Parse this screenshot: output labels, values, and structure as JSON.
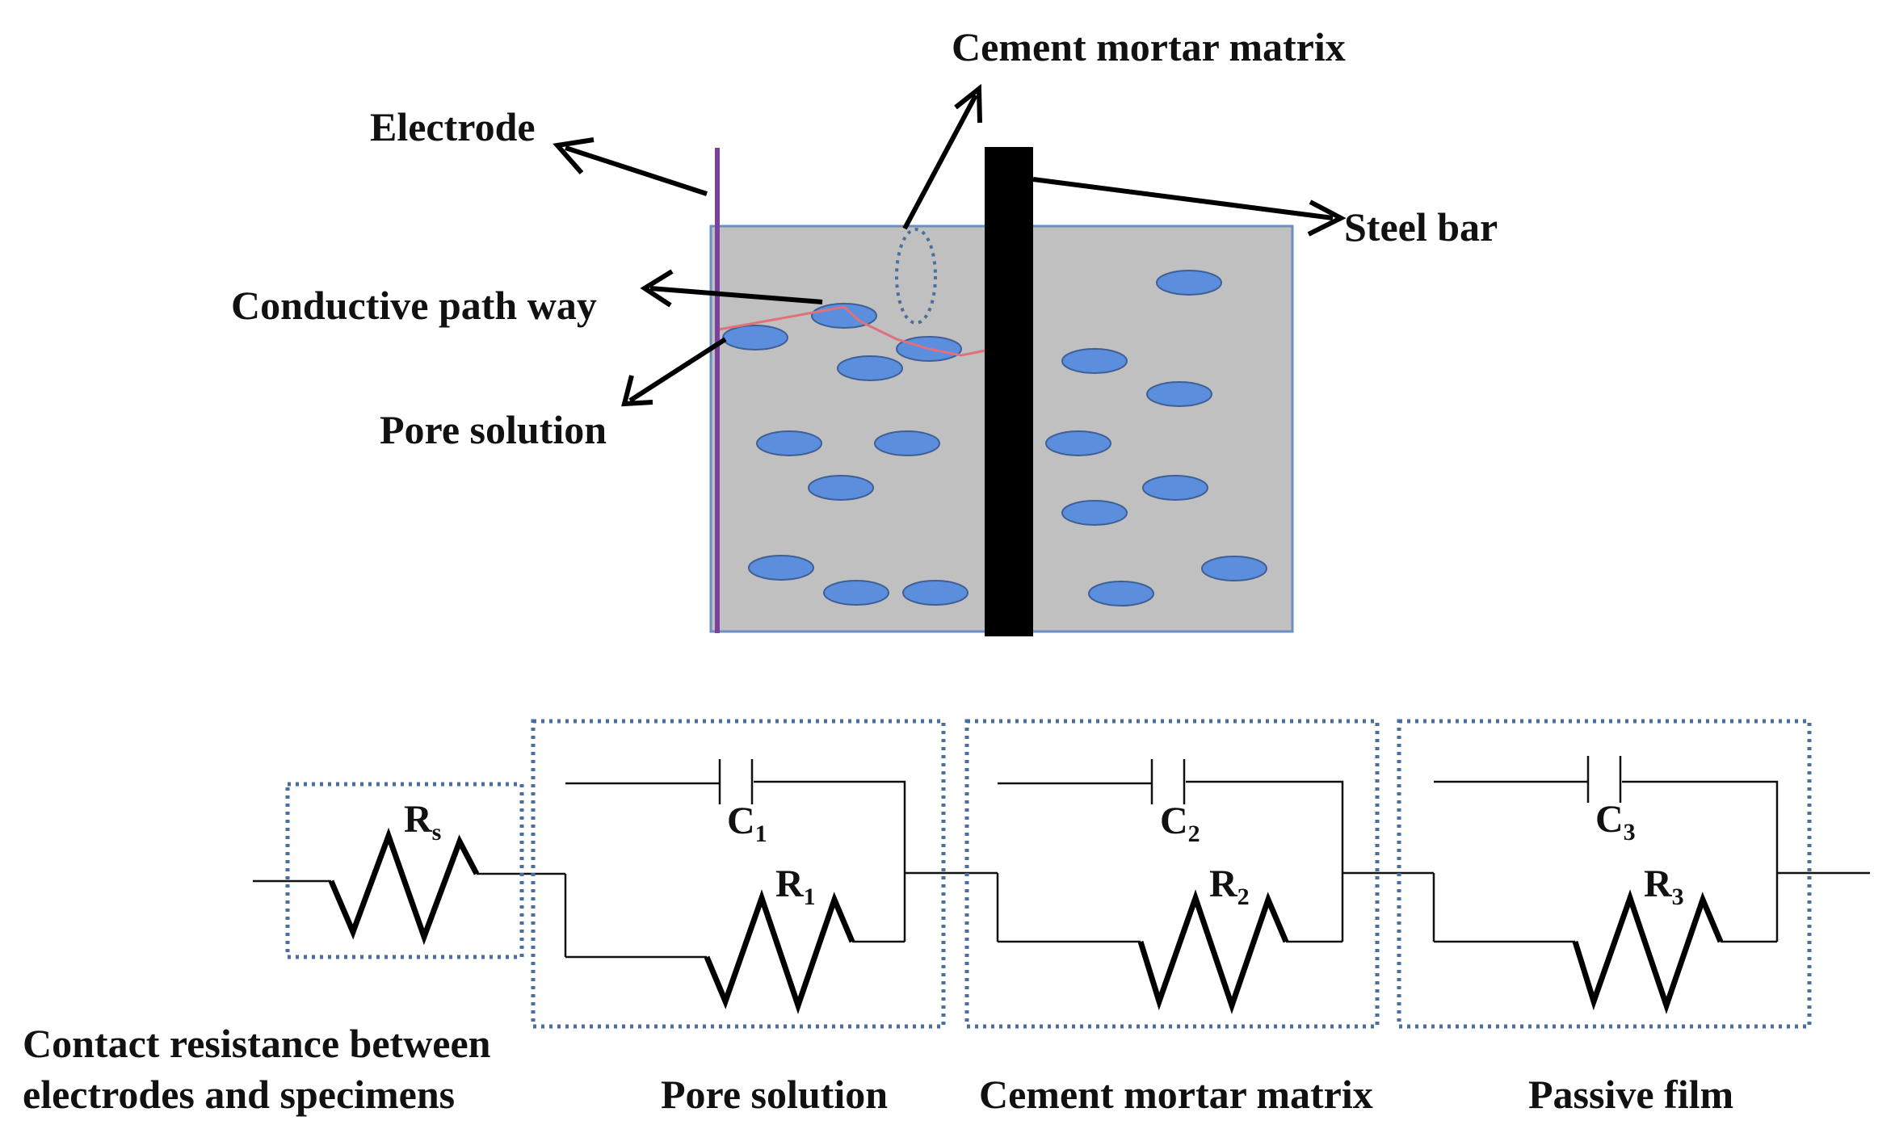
{
  "labels": {
    "electrode": "Electrode",
    "cement_matrix": "Cement mortar matrix",
    "steel_bar": "Steel bar",
    "conductive_path": "Conductive path way",
    "pore_solution": "Pore solution"
  },
  "circuit": {
    "rs": {
      "main": "R",
      "sub": "s"
    },
    "c1": {
      "main": "C",
      "sub": "1"
    },
    "r1": {
      "main": "R",
      "sub": "1"
    },
    "c2": {
      "main": "C",
      "sub": "2"
    },
    "r2": {
      "main": "R",
      "sub": "2"
    },
    "c3": {
      "main": "C",
      "sub": "3"
    },
    "r3": {
      "main": "R",
      "sub": "3"
    }
  },
  "captions": {
    "contact_line1": "Contact resistance between",
    "contact_line2": "electrodes and specimens",
    "pore_solution": "Pore solution",
    "cement_matrix": "Cement mortar matrix",
    "passive_film": "Passive film"
  },
  "colors": {
    "specimen_fill": "#c0c0c0",
    "specimen_border": "#6a8fc0",
    "pore_fill": "#5b8fdd",
    "electrode": "#7b3f9e",
    "steel_bar": "#000000",
    "conductive_path": "#e0707a",
    "dotted_box": "#4a6f9e"
  }
}
